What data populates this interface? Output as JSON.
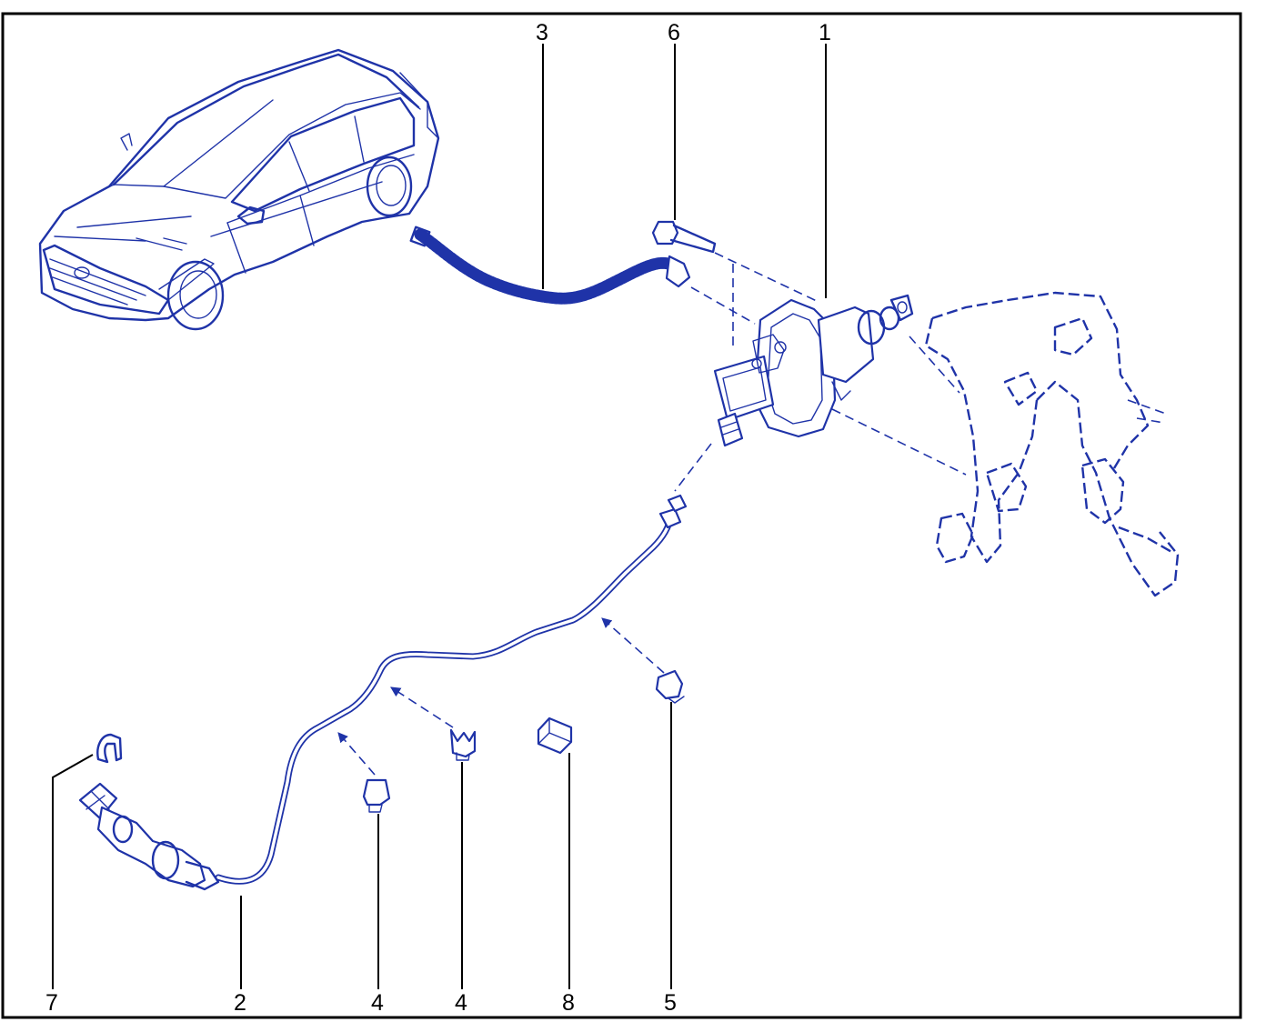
{
  "diagram": {
    "border_color": "#000000",
    "line_color": "#1f33a8",
    "callouts": [
      {
        "id": "c1",
        "label": "1",
        "part": "clutch-master-cylinder"
      },
      {
        "id": "c2",
        "label": "2",
        "part": "clutch-pipe-with-slave-connector"
      },
      {
        "id": "c3",
        "label": "3",
        "part": "supply-hose"
      },
      {
        "id": "c4a",
        "label": "4",
        "part": "pipe-clip"
      },
      {
        "id": "c4b",
        "label": "4",
        "part": "pipe-clip"
      },
      {
        "id": "c5",
        "label": "5",
        "part": "pipe-clip"
      },
      {
        "id": "c6",
        "label": "6",
        "part": "bolt"
      },
      {
        "id": "c7",
        "label": "7",
        "part": "retaining-clip"
      },
      {
        "id": "c8",
        "label": "8",
        "part": "spacer-nut"
      }
    ]
  }
}
